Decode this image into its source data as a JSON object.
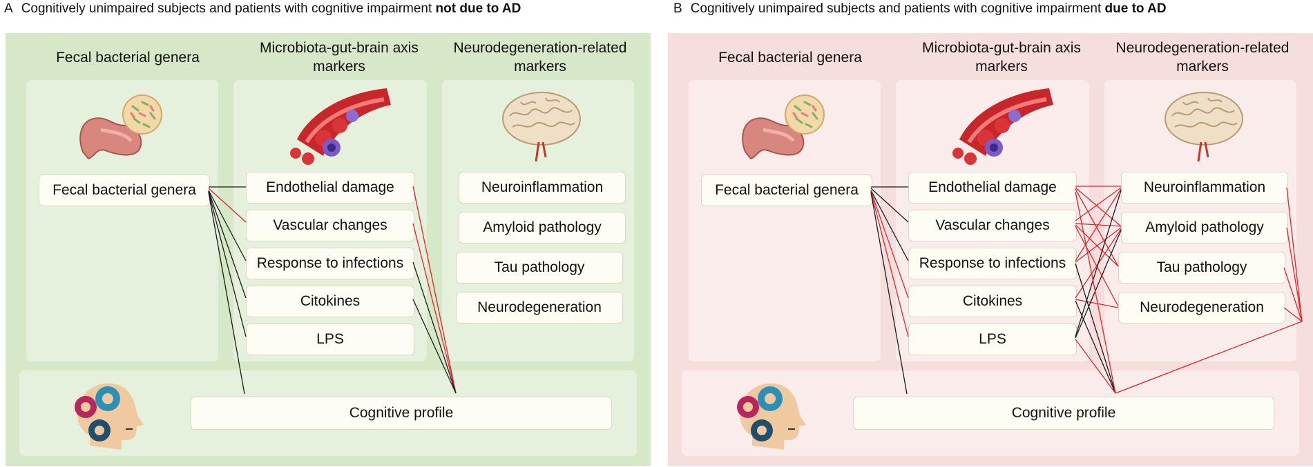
{
  "panel_a": {
    "letter": "A",
    "header_text": "Cognitively unimpaired subjects and patients with cognitive impairment ",
    "header_bold": "not due to AD",
    "col_titles": [
      "Fecal bacterial genera",
      "Microbiota-gut-brain axis markers",
      "Neurodegeneration-related markers"
    ],
    "fecal_node": "Fecal bacterial genera",
    "gut_brain_nodes": [
      "Endothelial damage",
      "Vascular changes",
      "Response to infections",
      "Citokines",
      "LPS"
    ],
    "neuro_nodes": [
      "Neuroinflammation",
      "Amyloid pathology",
      "Tau pathology",
      "Neurodegeneration"
    ],
    "cognitive_node": "Cognitive profile"
  },
  "panel_b": {
    "letter": "B",
    "header_text": "Cognitively unimpaired subjects and patients with cognitive impairment ",
    "header_bold": "due to AD",
    "col_titles": [
      "Fecal bacterial genera",
      "Microbiota-gut-brain axis markers",
      "Neurodegeneration-related markers"
    ],
    "fecal_node": "Fecal bacterial genera",
    "gut_brain_nodes": [
      "Endothelial damage",
      "Vascular changes",
      "Response to infections",
      "Citokines",
      "LPS"
    ],
    "neuro_nodes": [
      "Neuroinflammation",
      "Amyloid pathology",
      "Tau pathology",
      "Neurodegeneration"
    ],
    "cognitive_node": "Cognitive profile"
  },
  "colors": {
    "panel_a_bg": "#d6e8c7",
    "panel_b_bg": "#f6dedd",
    "link_black": "#1a1a1a",
    "link_red": "#e0242a",
    "node_bg": "#fefdf4"
  },
  "icons": [
    "intestine-icon",
    "blood-vessel-icon",
    "brain-icon",
    "head-gears-icon"
  ]
}
